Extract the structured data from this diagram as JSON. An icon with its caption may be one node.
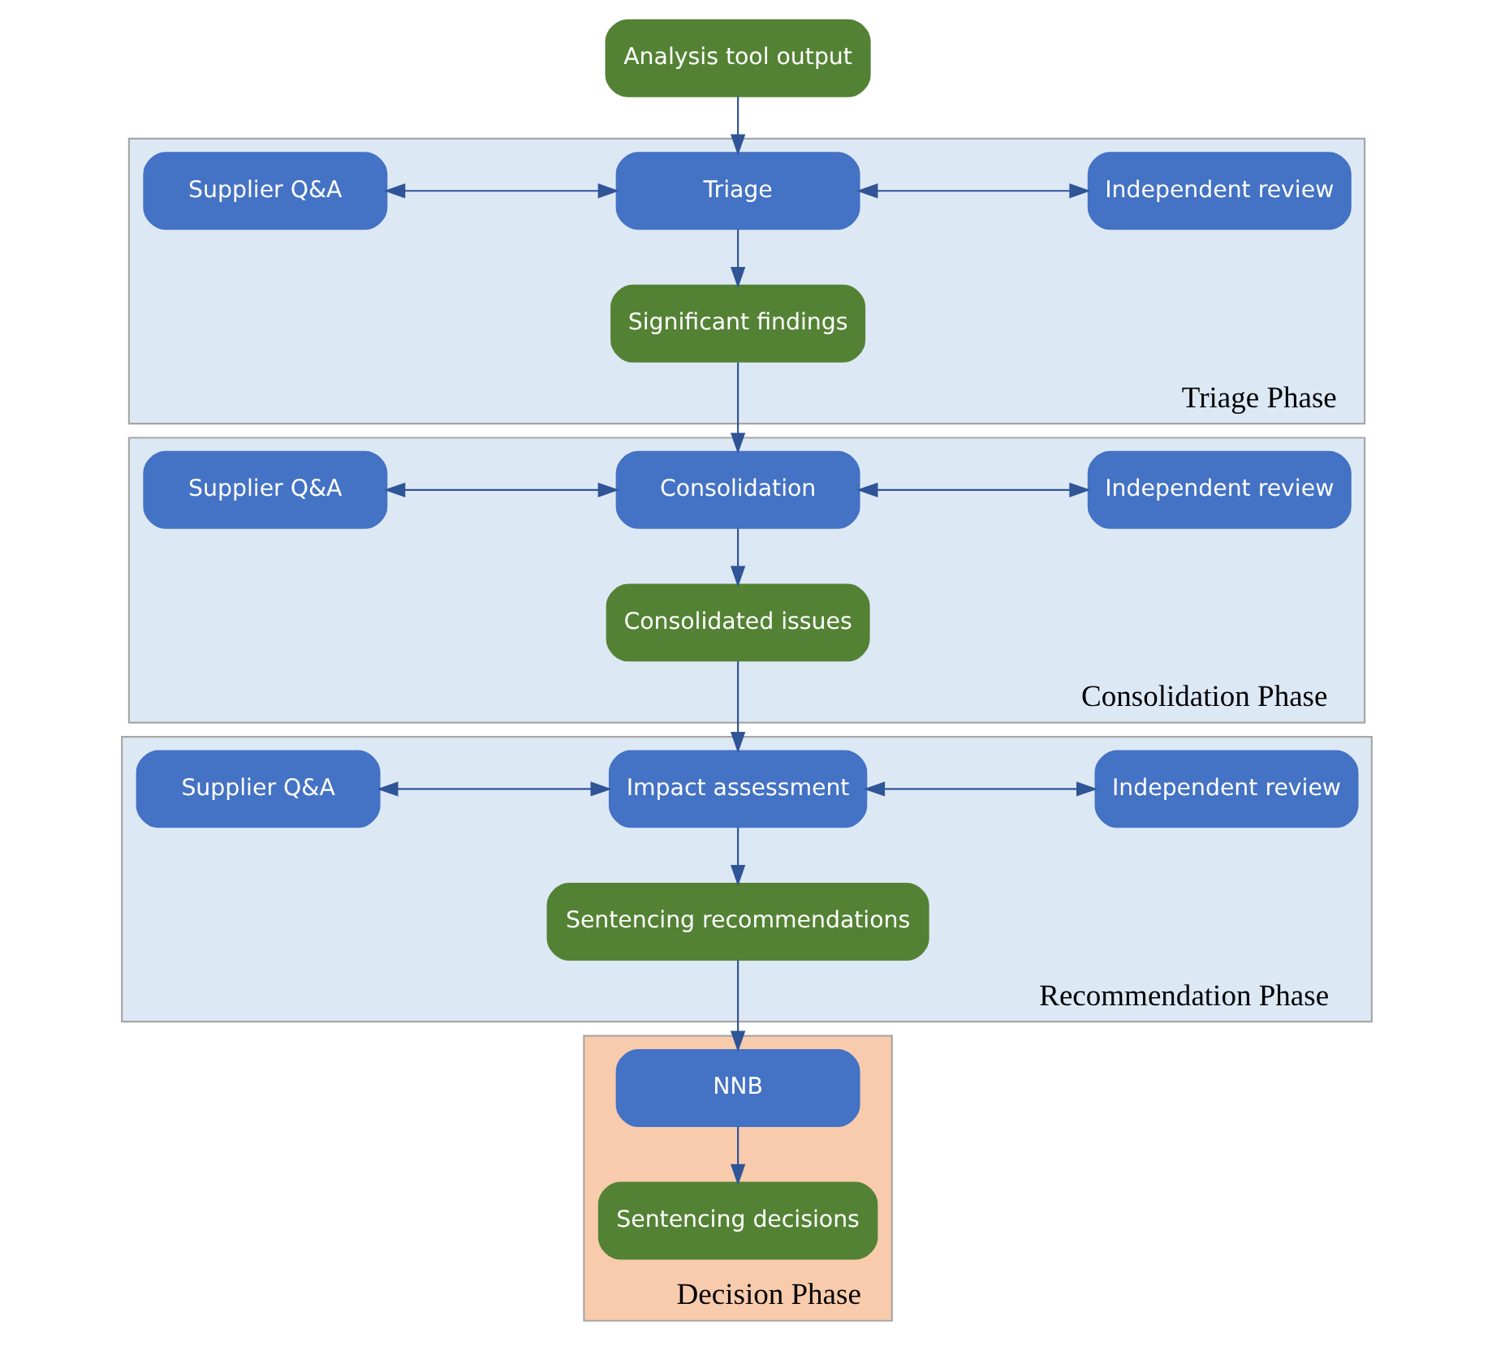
{
  "diagram": {
    "nodes": [
      {
        "text": [
          "Analysis tool output"
        ]
      },
      {
        "text": [
          "Triage Phase"
        ]
      },
      {
        "text": [
          "Supplier Q&A"
        ],
        "in": 1
      },
      {
        "text": [
          "Triage"
        ],
        "in": 1
      },
      {
        "text": [
          "Independent review"
        ],
        "in": 1
      },
      {
        "text": [
          "Significant findings"
        ],
        "in": 1
      },
      {
        "text": [
          "Consolidation Phase"
        ]
      },
      {
        "text": [
          "Supplier Q&A"
        ],
        "in": 6
      },
      {
        "text": [
          "Consolidation"
        ],
        "in": 6
      },
      {
        "text": [
          "Independent review"
        ],
        "in": 6
      },
      {
        "text": [
          "Consolidated issues"
        ],
        "in": 6
      },
      {
        "text": [
          "Recommendation Phase"
        ]
      },
      {
        "text": [
          "Supplier Q&A"
        ],
        "in": 11
      },
      {
        "text": [
          "Impact assessment"
        ],
        "in": 11
      },
      {
        "text": [
          "Independent review"
        ],
        "in": 11
      },
      {
        "text": [
          "Sentencing recommendations"
        ],
        "in": 11
      },
      {
        "text": [
          "Decision Phase"
        ]
      },
      {
        "text": [
          "NNB"
        ],
        "in": 16
      },
      {
        "text": [
          "Sentencing decisions"
        ],
        "in": 16
      }
    ],
    "edges": [
      {
        "from": 0,
        "to": 3,
        "arrow": "to"
      },
      {
        "from": 2,
        "to": 3,
        "arrow": "both"
      },
      {
        "from": 3,
        "to": 4,
        "arrow": "both"
      },
      {
        "from": 3,
        "to": 5,
        "arrow": "to"
      },
      {
        "from": 5,
        "to": 8,
        "arrow": "to"
      },
      {
        "from": 7,
        "to": 8,
        "arrow": "both"
      },
      {
        "from": 8,
        "to": 9,
        "arrow": "both"
      },
      {
        "from": 8,
        "to": 10,
        "arrow": "to"
      },
      {
        "from": 10,
        "to": 13,
        "arrow": "to"
      },
      {
        "from": 12,
        "to": 13,
        "arrow": "both"
      },
      {
        "from": 13,
        "to": 14,
        "arrow": "both"
      },
      {
        "from": 13,
        "to": 15,
        "arrow": "to"
      },
      {
        "from": 15,
        "to": 17,
        "arrow": "to"
      },
      {
        "from": 17,
        "to": 18,
        "arrow": "to"
      }
    ]
  }
}
